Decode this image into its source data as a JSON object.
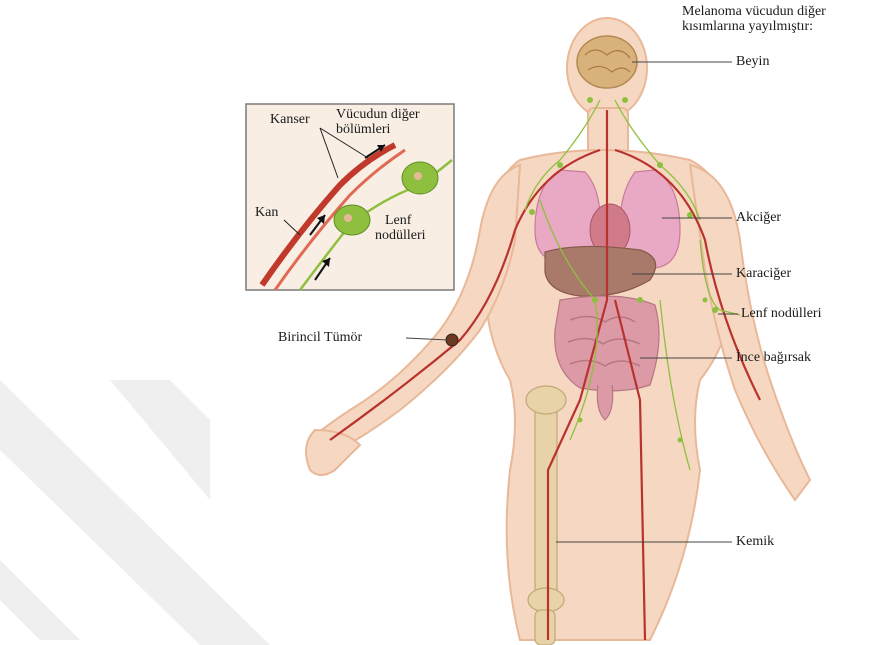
{
  "header": {
    "line1": "Melanoma vücudun diğer",
    "line2": "kısımlarına yayılmıştır:"
  },
  "labels": {
    "beyin": "Beyin",
    "akciger": "Akciğer",
    "karaciger": "Karaciğer",
    "lenf_nodulleri": "Lenf nodülleri",
    "ince_bagirsak": "İnce bağırsak",
    "kemik": "Kemik",
    "birincil_tumor": "Birincil Tümör"
  },
  "inset": {
    "kanser": "Kanser",
    "vucudun_diger_1": "Vücudun diğer",
    "vucudun_diger_2": "bölümleri",
    "kan": "Kan",
    "lenf_1": "Lenf",
    "lenf_2": "nodülleri"
  },
  "colors": {
    "skin": "#f6d8c2",
    "skin_edge": "#e8b898",
    "lung": "#e9a9c4",
    "liver": "#a97a6a",
    "intestine": "#dc9aa6",
    "bone": "#e8d2a8",
    "vessel": "#b8332d",
    "lymph": "#8fbf3e",
    "watermark": "#ececec"
  }
}
